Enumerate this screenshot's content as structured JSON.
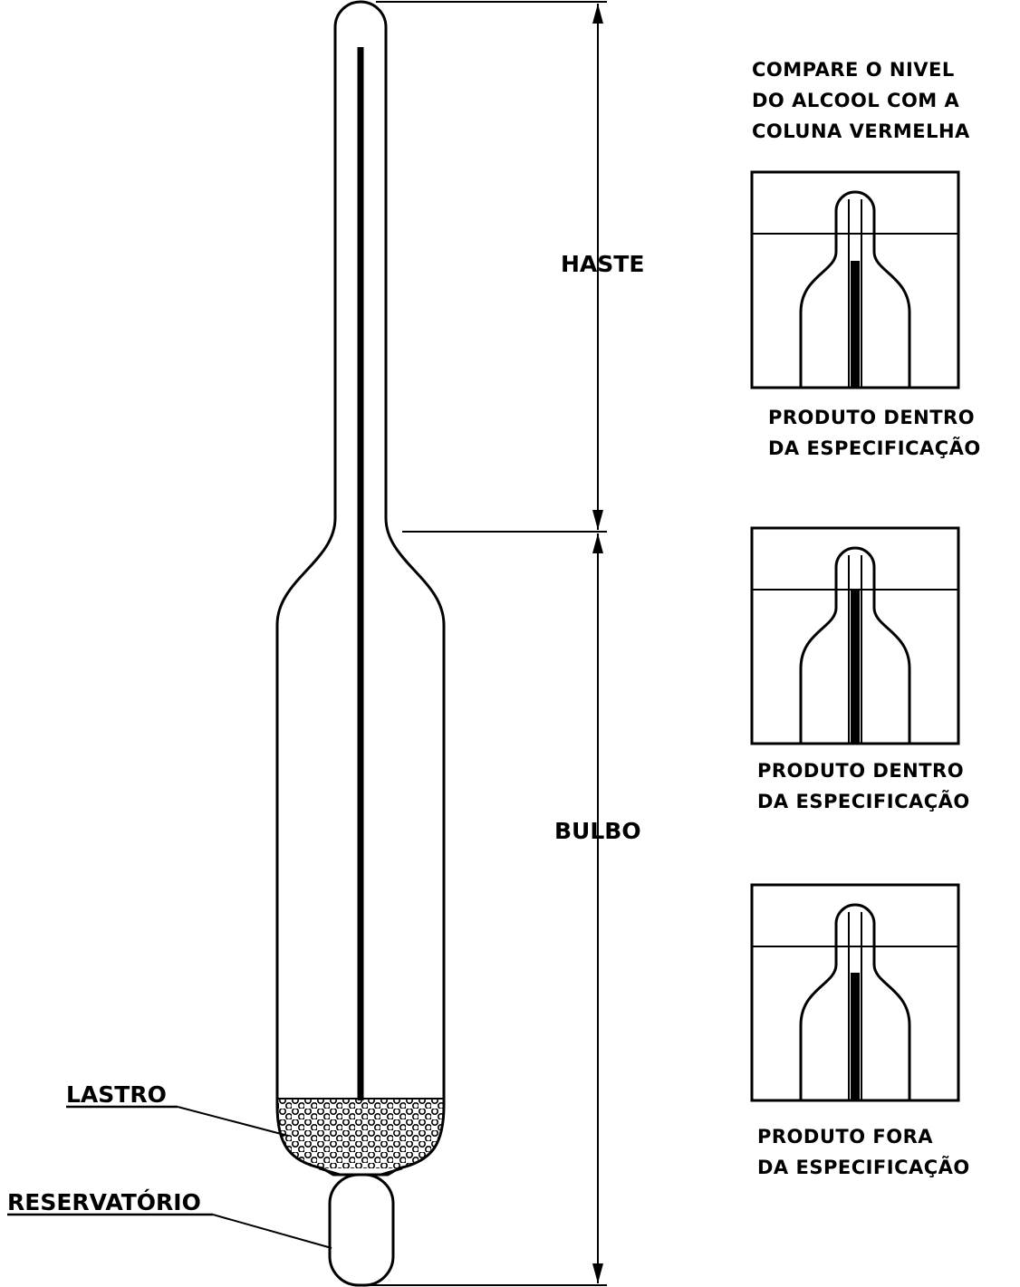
{
  "labels": {
    "haste": "HASTE",
    "bulbo": "BULBO",
    "lastro": "LASTRO",
    "reservatorio": "RESERVATÓRIO"
  },
  "instruction": [
    "COMPARE O NIVEL",
    "DO ALCOOL COM A",
    "COLUNA VERMELHA"
  ],
  "panels": [
    {
      "caption": [
        "PRODUTO DENTRO",
        "DA ESPECIFICAÇÃO"
      ],
      "red_column_level": "in-spec"
    },
    {
      "caption": [
        "PRODUTO DENTRO",
        "DA ESPECIFICAÇÃO"
      ],
      "red_column_level": "in-spec"
    },
    {
      "caption": [
        "PRODUTO FORA",
        "DA ESPECIFICAÇÃO"
      ],
      "red_column_level": "out-of-spec"
    }
  ],
  "colors": {
    "line": "#000000",
    "background": "#ffffff"
  }
}
